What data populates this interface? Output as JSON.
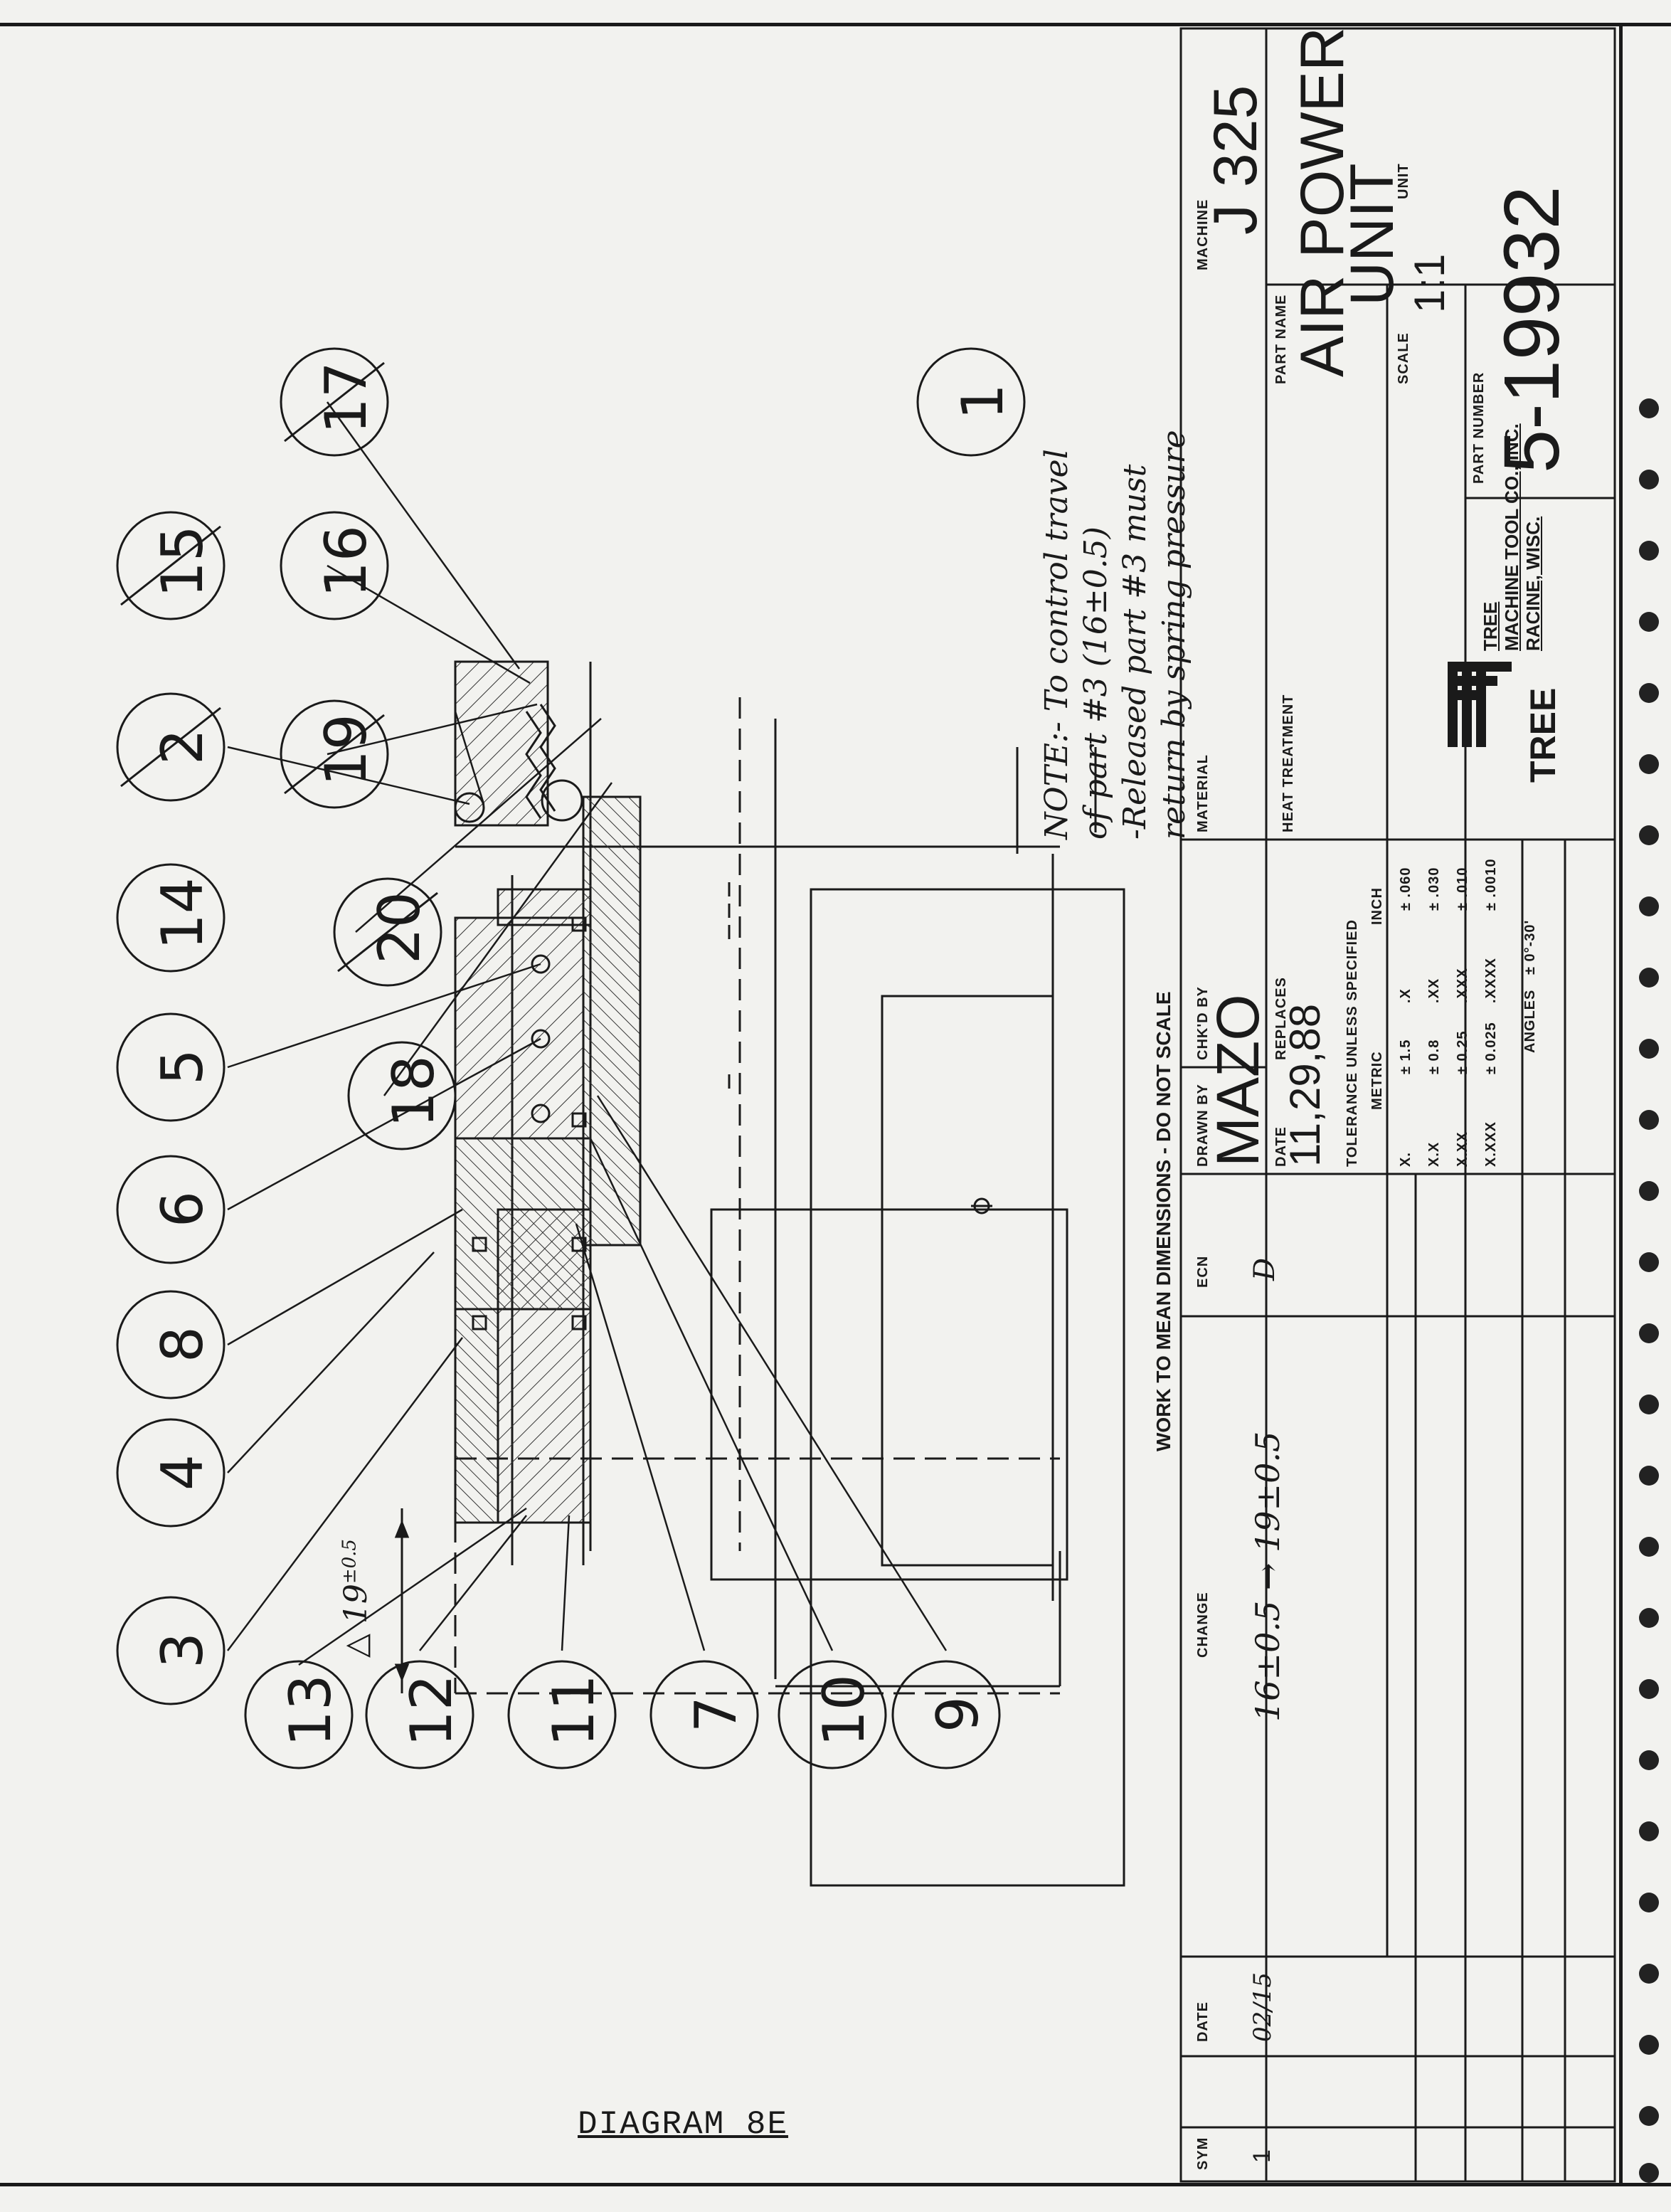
{
  "diagram_caption": "DIAGRAM 8E",
  "balloons_top": [
    "17",
    "16",
    "19",
    "20",
    "18",
    "1"
  ],
  "balloons_top_mid": [
    "15",
    "2",
    "14"
  ],
  "balloons_mid": [
    "5",
    "6",
    "8",
    "4",
    "3",
    "13",
    "12",
    "11",
    "7",
    "10",
    "9"
  ],
  "note": {
    "line1": "NOTE:- To control travel",
    "line2": "of part #3 (16±0.5)",
    "line3": "-Released part #3 must",
    "line4": "return by spring pressure"
  },
  "dimension": {
    "label": "19",
    "tol": "±0.5"
  },
  "work_note": "WORK TO MEAN DIMENSIONS - DO NOT SCALE",
  "title_block": {
    "machine_label": "MACHINE",
    "machine": "J 325",
    "part_name_label": "PART NAME",
    "part_name_1": "AIR POWER",
    "part_name_2": "UNIT",
    "scale_label": "SCALE",
    "scale": "1:1",
    "unit_label": "UNIT",
    "unit": "",
    "part_number_label": "PART NUMBER",
    "part_number": "5-19932",
    "material_label": "MATERIAL",
    "heat_label": "HEAT TREATMENT",
    "company_1": "TREE",
    "company_2": "MACHINE TOOL CO., INC.",
    "company_3": "RACINE, WISC.",
    "logo_text": "TREE",
    "drawn_by_label": "DRAWN BY",
    "drawn_by": "MAZO",
    "chkd_label": "CHK'D BY",
    "date_label": "DATE",
    "date": "11,29,88",
    "replaces_label": "REPLACES",
    "tolerance_title": "TOLERANCE UNLESS SPECIFIED",
    "metric_label": "METRIC",
    "inch_label": "INCH",
    "tolerances": [
      {
        "m": "X.",
        "mv": "± 1.5",
        "i": ".X",
        "iv": "± .060"
      },
      {
        "m": "X.X",
        "mv": "± 0.8",
        "i": ".XX",
        "iv": "± .030"
      },
      {
        "m": "X.XX",
        "mv": "± 0.25",
        "i": ".XXX",
        "iv": "± .010"
      },
      {
        "m": "X.XXX",
        "mv": "± 0.025",
        "i": ".XXXX",
        "iv": "± .0010"
      }
    ],
    "angles_label": "ANGLES",
    "angles": "± 0°-30'",
    "ecn_label": "ECN",
    "ecn": "D",
    "change_label": "CHANGE",
    "change": "16±0.5 → 19±0.5",
    "date_col_label": "DATE",
    "change_date": "02/15",
    "sym_label": "SYM",
    "sym": "1"
  }
}
